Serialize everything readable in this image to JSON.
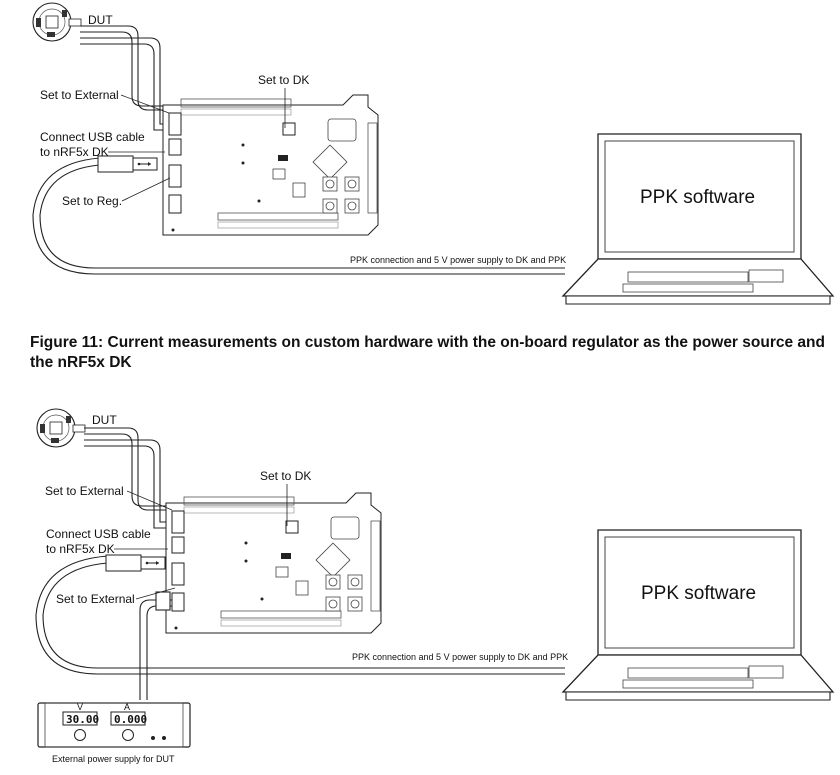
{
  "figure_top": {
    "dut_label": "DUT",
    "set_to_dk": "Set to DK",
    "set_to_external": "Set to External",
    "connect_usb_line1": "Connect USB cable",
    "connect_usb_line2": "to nRF5x DK",
    "set_to_reg": "Set to Reg.",
    "ppk_software": "PPK software",
    "ppk_connection": "PPK connection and 5 V power supply to DK and PPK"
  },
  "caption": "Figure 11: Current measurements on custom hardware with the on-board regulator as the power source and the nRF5x DK",
  "figure_bottom": {
    "dut_label": "DUT",
    "set_to_dk": "Set to DK",
    "set_to_external_1": "Set to External",
    "connect_usb_line1": "Connect USB cable",
    "connect_usb_line2": "to nRF5x DK",
    "set_to_external_2": "Set to External",
    "ppk_software": "PPK software",
    "ppk_connection": "PPK connection and 5 V power supply to DK and PPK",
    "psu_v_label": "V",
    "psu_a_label": "A",
    "psu_v_value": "30.00",
    "psu_a_value": "0.000",
    "psu_label": "External power supply for DUT"
  }
}
